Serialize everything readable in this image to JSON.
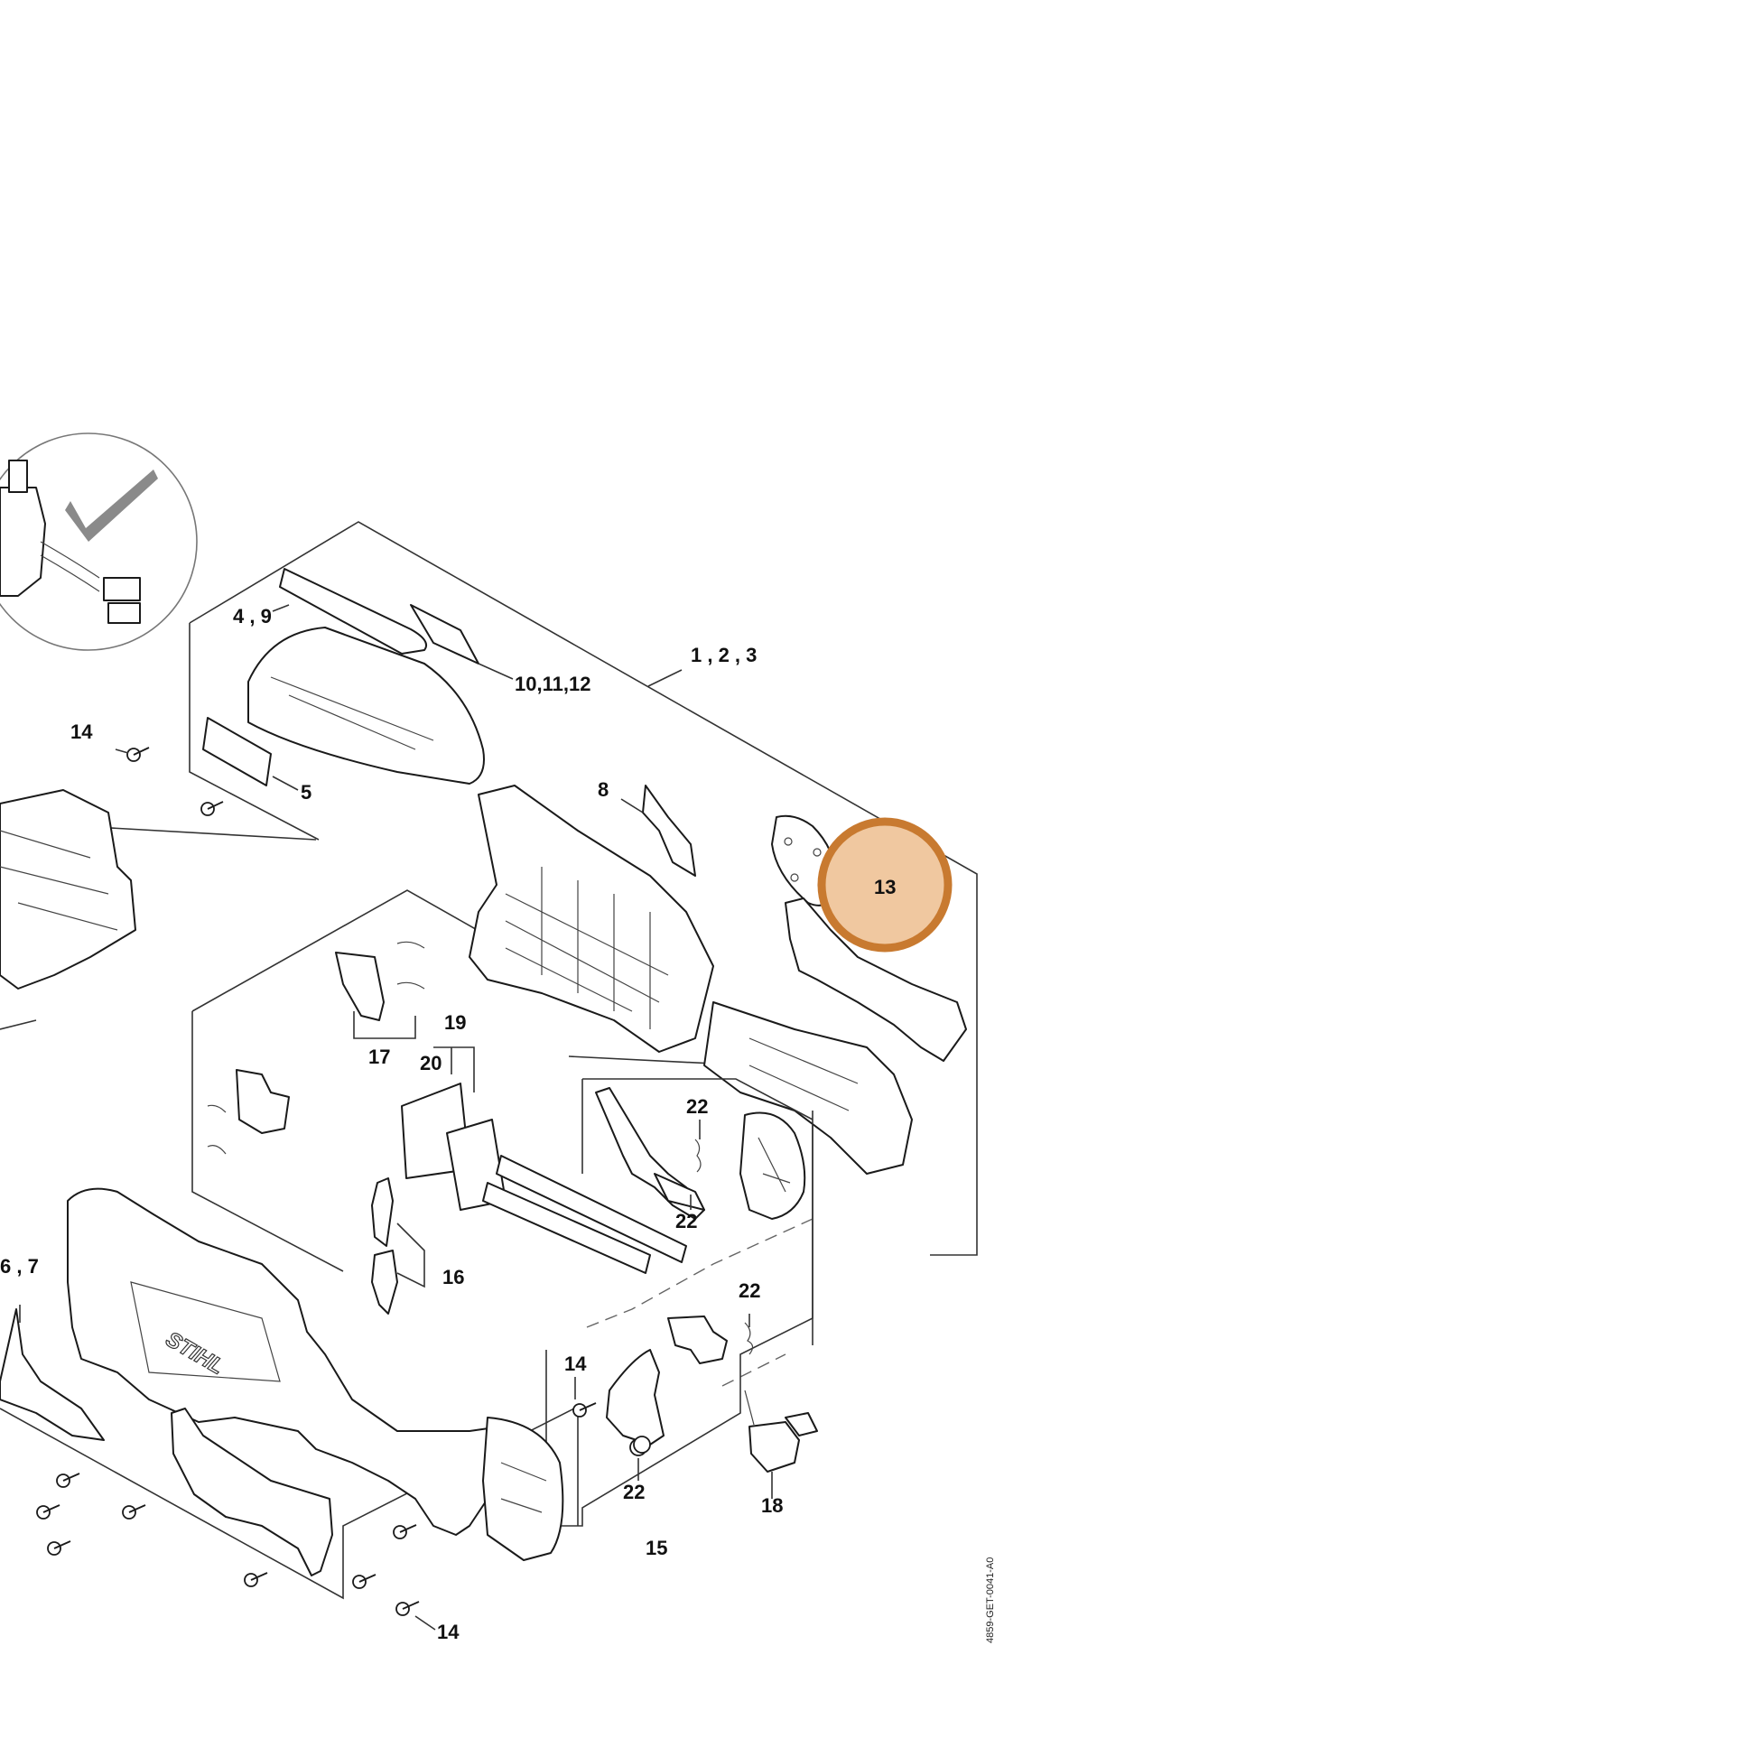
{
  "callouts": {
    "c_4_9": "4 , 9",
    "c_10_11_12": "10,11,12",
    "c_1_2_3": "1 , 2 , 3",
    "c_14_a": "14",
    "c_5": "5",
    "c_8": "8",
    "c_13": "13",
    "c_17": "17",
    "c_19": "19",
    "c_20": "20",
    "c_22_a": "22",
    "c_22_b": "22",
    "c_22_c": "22",
    "c_22_d": "22",
    "c_16": "16",
    "c_6_7": "6 , 7",
    "c_14_b": "14",
    "c_14_c": "14",
    "c_15": "15",
    "c_18": "18"
  },
  "logo_text": "STIHL",
  "drawing_code": "4859-GET-0041-A0",
  "highlight": {
    "part_number": "13",
    "fill_color": "#f0c8a0",
    "ring_color": "#c87a30"
  }
}
